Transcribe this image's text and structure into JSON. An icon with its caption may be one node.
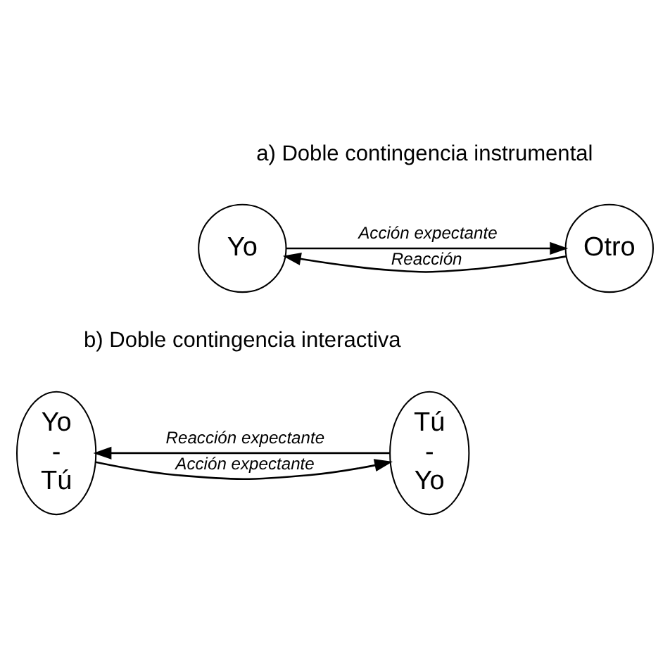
{
  "diagram": {
    "nodes": [
      {
        "text": [
          "Yo"
        ]
      },
      {
        "text": [
          "Otro"
        ]
      },
      {
        "text": [
          "Yo - Tú"
        ]
      },
      {
        "text": [
          "Tú - Yo"
        ]
      }
    ],
    "edges": [
      {
        "from": 0,
        "to": 1,
        "arrow": "to",
        "label": "Acción expectante"
      },
      {
        "from": 1,
        "to": 0,
        "arrow": "to",
        "label": "Reacción"
      },
      {
        "from": 2,
        "to": 3,
        "arrow": "to",
        "label": "Acción expectante"
      },
      {
        "from": 3,
        "to": 2,
        "arrow": "to",
        "label": "Reacción expectante"
      }
    ],
    "labels": [
      "a) Doble contingencia instrumental",
      "b) Doble contingencia interactiva"
    ]
  }
}
